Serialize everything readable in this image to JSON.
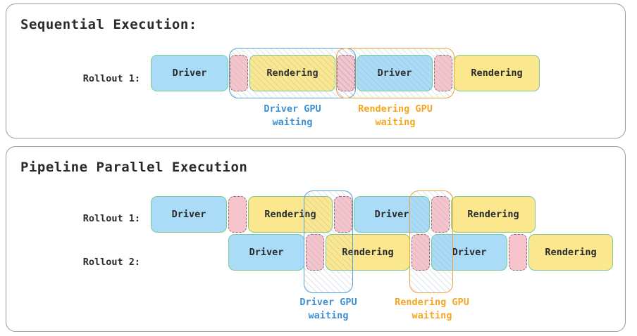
{
  "panels": [
    {
      "id": "sequential",
      "title": "Sequential Execution:",
      "rows": [
        {
          "label": "Rollout 1:",
          "blocks": [
            {
              "type": "driver",
              "label": "Driver"
            },
            {
              "type": "gap",
              "label": ""
            },
            {
              "type": "render",
              "label": "Rendering"
            },
            {
              "type": "gap",
              "label": ""
            },
            {
              "type": "driver",
              "label": "Driver"
            },
            {
              "type": "gap",
              "label": ""
            },
            {
              "type": "render",
              "label": "Rendering"
            }
          ]
        }
      ],
      "captions": [
        {
          "color": "blue",
          "line1": "Driver GPU",
          "line2": "waiting"
        },
        {
          "color": "orange",
          "line1": "Rendering GPU",
          "line2": "waiting"
        }
      ]
    },
    {
      "id": "pipeline",
      "title": "Pipeline Parallel Execution",
      "rows": [
        {
          "label": "Rollout 1:",
          "blocks": [
            {
              "type": "driver",
              "label": "Driver"
            },
            {
              "type": "gap",
              "label": ""
            },
            {
              "type": "render",
              "label": "Rendering"
            },
            {
              "type": "gap",
              "label": ""
            },
            {
              "type": "driver",
              "label": "Driver"
            },
            {
              "type": "gap",
              "label": ""
            },
            {
              "type": "render",
              "label": "Rendering"
            }
          ]
        },
        {
          "label": "Rollout 2:",
          "blocks": [
            {
              "type": "driver",
              "label": "Driver"
            },
            {
              "type": "gap",
              "label": ""
            },
            {
              "type": "render",
              "label": "Rendering"
            },
            {
              "type": "gap",
              "label": ""
            },
            {
              "type": "driver",
              "label": "Driver"
            },
            {
              "type": "gap",
              "label": ""
            },
            {
              "type": "render",
              "label": "Rendering"
            }
          ]
        }
      ],
      "captions": [
        {
          "color": "blue",
          "line1": "Driver GPU",
          "line2": "waiting"
        },
        {
          "color": "orange",
          "line1": "Rendering GPU",
          "line2": "waiting"
        }
      ]
    }
  ],
  "colors": {
    "driver_fill": "#aadcf7",
    "render_fill": "#fbe88e",
    "gap_fill": "#f7c4cb",
    "block_border": "#7ec98f",
    "gap_border": "#8a6a70",
    "highlight_blue": "#5b9fd4",
    "highlight_orange": "#efa13c",
    "caption_blue": "#3f8fd4",
    "caption_orange": "#f5a623",
    "panel_border": "#9a9a9a",
    "text": "#2a2a2a",
    "background": "#ffffff"
  }
}
